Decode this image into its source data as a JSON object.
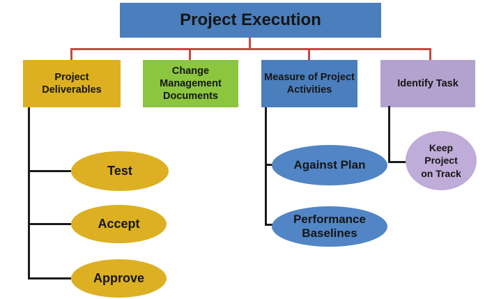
{
  "root": {
    "label": "Project Execution"
  },
  "level1": [
    {
      "label": "Project Deliverables"
    },
    {
      "label": "Change Management Documents"
    },
    {
      "label": "Measure of Project Activities"
    },
    {
      "label": "Identify Task"
    }
  ],
  "deliverables_children": [
    {
      "label": "Test"
    },
    {
      "label": "Accept"
    },
    {
      "label": "Approve"
    }
  ],
  "measure_children": [
    {
      "label": "Against Plan"
    },
    {
      "label": "Performance Baselines"
    }
  ],
  "identify_children": [
    {
      "label": "Keep Project on Track"
    }
  ],
  "colors": {
    "root_box_blue": "#4a7ebc",
    "deliverables_gold": "#dcb020",
    "change_green": "#8cc63e",
    "measure_blue": "#4a7ebc",
    "identify_purple": "#b4a2ce",
    "ellipse_gold": "#dcb022",
    "ellipse_blue": "#5185c5",
    "ellipse_purple": "#bfacd8",
    "connector_red": "#c34a41",
    "connector_black": "#1a1a1a",
    "text": "#151515",
    "background": "#ffffff"
  }
}
